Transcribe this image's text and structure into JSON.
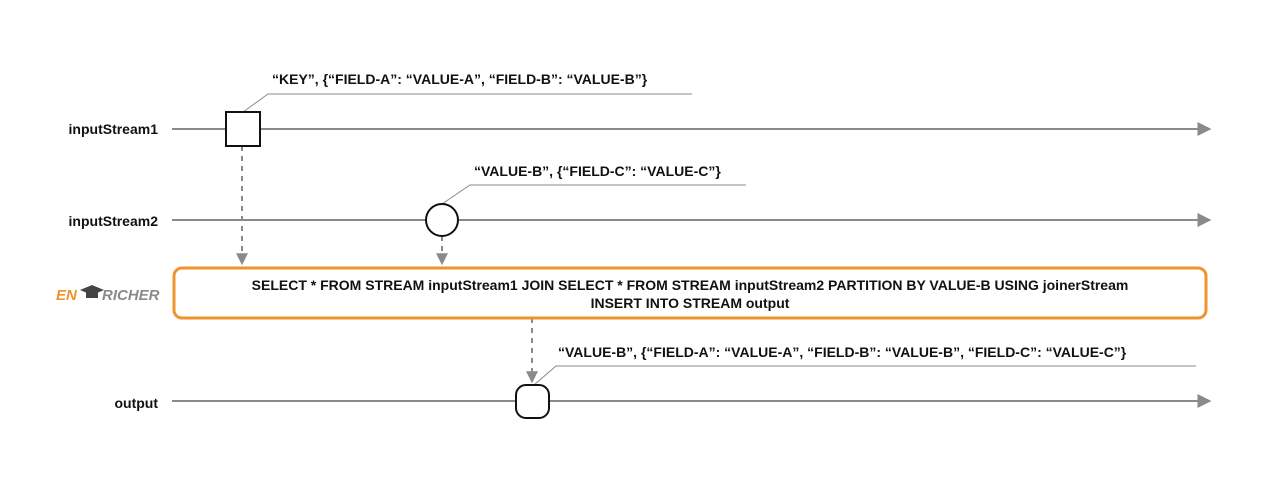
{
  "streams": [
    {
      "name": "inputStream1"
    },
    {
      "name": "inputStream2"
    },
    {
      "name": "output"
    }
  ],
  "events": {
    "input1": "“KEY”, {“FIELD-A”: “VALUE-A”, “FIELD-B”: “VALUE-B”}",
    "input2": "“VALUE-B”, {“FIELD-C”: “VALUE-C”}",
    "output": "“VALUE-B”, {“FIELD-A”: “VALUE-A”, “FIELD-B”: “VALUE-B”, “FIELD-C”: “VALUE-C”}"
  },
  "query": {
    "line1": "SELECT * FROM STREAM inputStream1 JOIN SELECT * FROM STREAM inputStream2 PARTITION BY VALUE-B USING joinerStream",
    "line2": "INSERT INTO STREAM output"
  },
  "logo": {
    "part1": "EN",
    "part2": "RICHER"
  },
  "colors": {
    "query_border": "#f0932b",
    "stream_line": "#8a8a8a",
    "logo_orange": "#f0932b",
    "logo_gray": "#8a8a8a"
  }
}
